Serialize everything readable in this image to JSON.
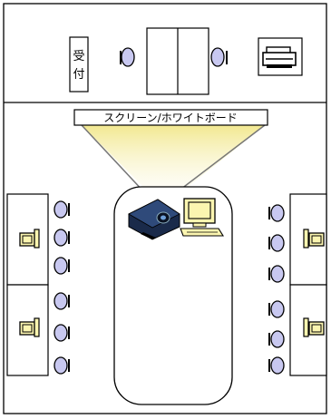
{
  "reception": {
    "label_top": "受",
    "label_bottom": "付"
  },
  "screen": {
    "label": "スクリーン/ホワイトボード"
  },
  "colors": {
    "outline": "#000000",
    "chair_fill": "#c8c8f0",
    "projector_body": "#1a2a4a",
    "beam_start": "#f2e890",
    "beam_end": "#ffffff",
    "pc_fill": "#fbf5b0"
  }
}
